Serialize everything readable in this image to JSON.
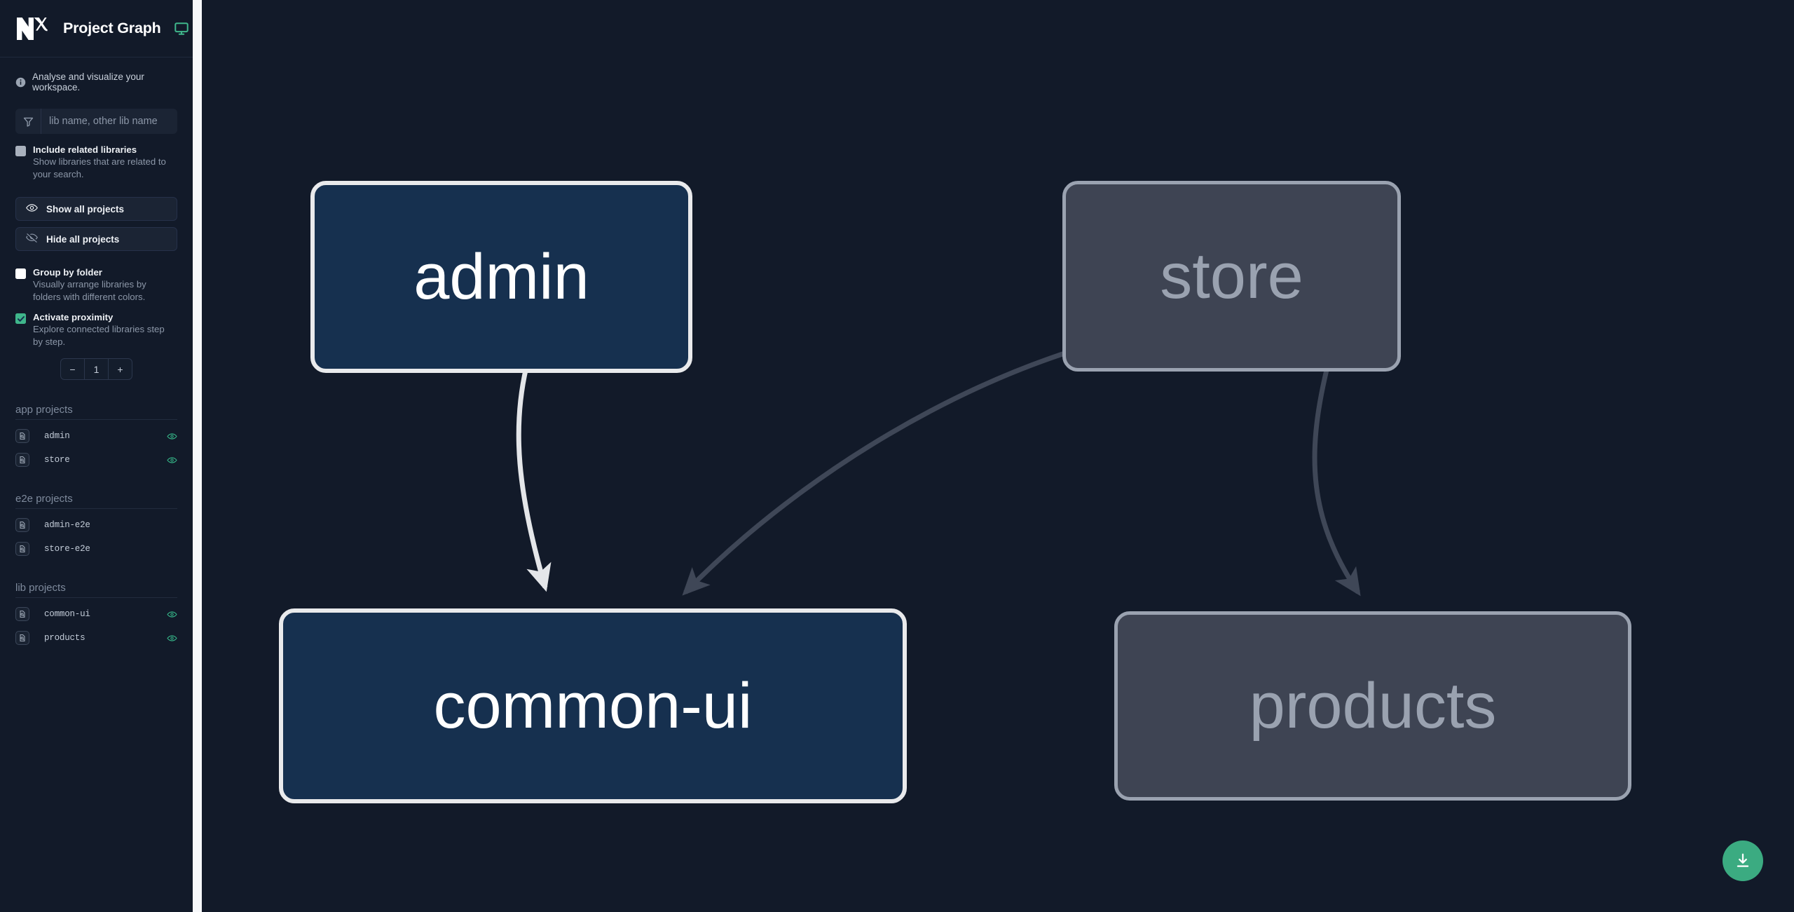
{
  "header": {
    "logo_name": "nx-logo",
    "title": "Project Graph",
    "monitor_icon": "monitor-icon",
    "accent_green": "#3fb68b"
  },
  "sidebar": {
    "tagline": "Analyse and visualize your workspace.",
    "tagline_icon": "info-icon",
    "search": {
      "icon": "filter-funnel-icon",
      "value": "",
      "placeholder": "lib name, other lib name"
    },
    "include_related": {
      "label": "Include related libraries",
      "description": "Show libraries that are related to your search.",
      "checked": false
    },
    "show_all_button": {
      "label": "Show all projects",
      "icon": "eye-icon"
    },
    "hide_all_button": {
      "label": "Hide all projects",
      "icon": "eye-off-icon"
    },
    "group_by_folder": {
      "label": "Group by folder",
      "description": "Visually arrange libraries by folders with different colors.",
      "checked": false
    },
    "activate_proximity": {
      "label": "Activate proximity",
      "description": "Explore connected libraries step by step.",
      "checked": true
    },
    "proximity_stepper": {
      "minus": "−",
      "value": "1",
      "plus": "+"
    },
    "groups": [
      {
        "title": "app projects",
        "projects": [
          {
            "name": "admin",
            "visible": true
          },
          {
            "name": "store",
            "visible": true
          }
        ]
      },
      {
        "title": "e2e projects",
        "projects": [
          {
            "name": "admin-e2e",
            "visible": false
          },
          {
            "name": "store-e2e",
            "visible": false
          }
        ]
      },
      {
        "title": "lib projects",
        "projects": [
          {
            "name": "common-ui",
            "visible": true
          },
          {
            "name": "products",
            "visible": true
          }
        ]
      }
    ]
  },
  "graph": {
    "nodes": [
      {
        "id": "admin",
        "label": "admin",
        "state": "active"
      },
      {
        "id": "store",
        "label": "store",
        "state": "dim"
      },
      {
        "id": "common-ui",
        "label": "common-ui",
        "state": "active"
      },
      {
        "id": "products",
        "label": "products",
        "state": "dim"
      }
    ],
    "edges": [
      {
        "from": "admin",
        "to": "common-ui",
        "state": "active"
      },
      {
        "from": "store",
        "to": "common-ui",
        "state": "dim"
      },
      {
        "from": "store",
        "to": "products",
        "state": "dim"
      }
    ],
    "colors": {
      "background": "#121a29",
      "active_fill": "#16304f",
      "active_border": "#e9eaec",
      "active_text": "#ffffff",
      "dim_fill": "#3e4453",
      "dim_border": "#9aa2b0",
      "dim_text": "#9aa2b0",
      "active_edge": "#e4e6e9",
      "dim_edge": "#3f4757"
    },
    "download_button": {
      "icon": "download-icon",
      "color": "#3bab81"
    }
  }
}
